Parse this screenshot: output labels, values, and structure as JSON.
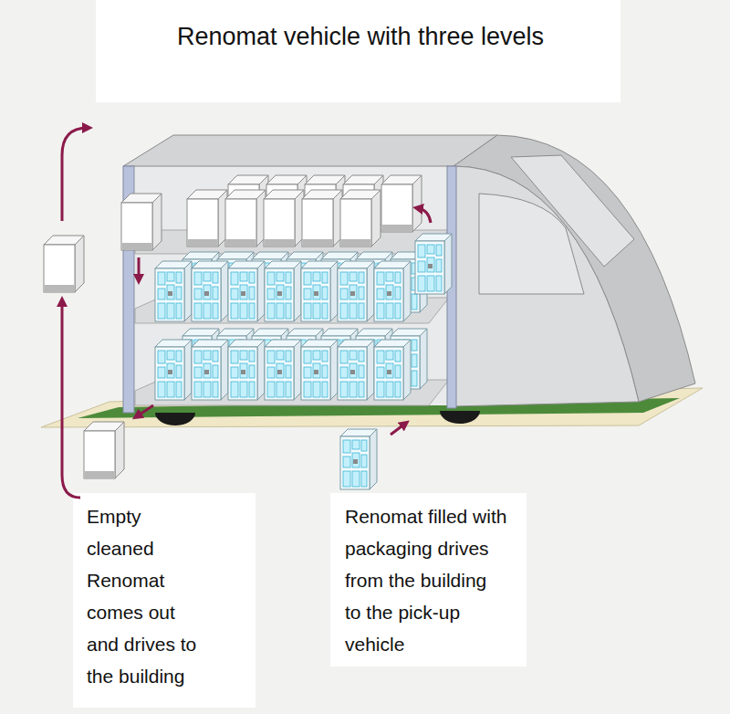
{
  "diagram": {
    "title": "Renomat vehicle with three levels",
    "labels": [
      "Empty cleaned Renomat comes out and drives to the building",
      "Renomat filled with packaging drives from the building to the pick-up vehicle"
    ]
  }
}
